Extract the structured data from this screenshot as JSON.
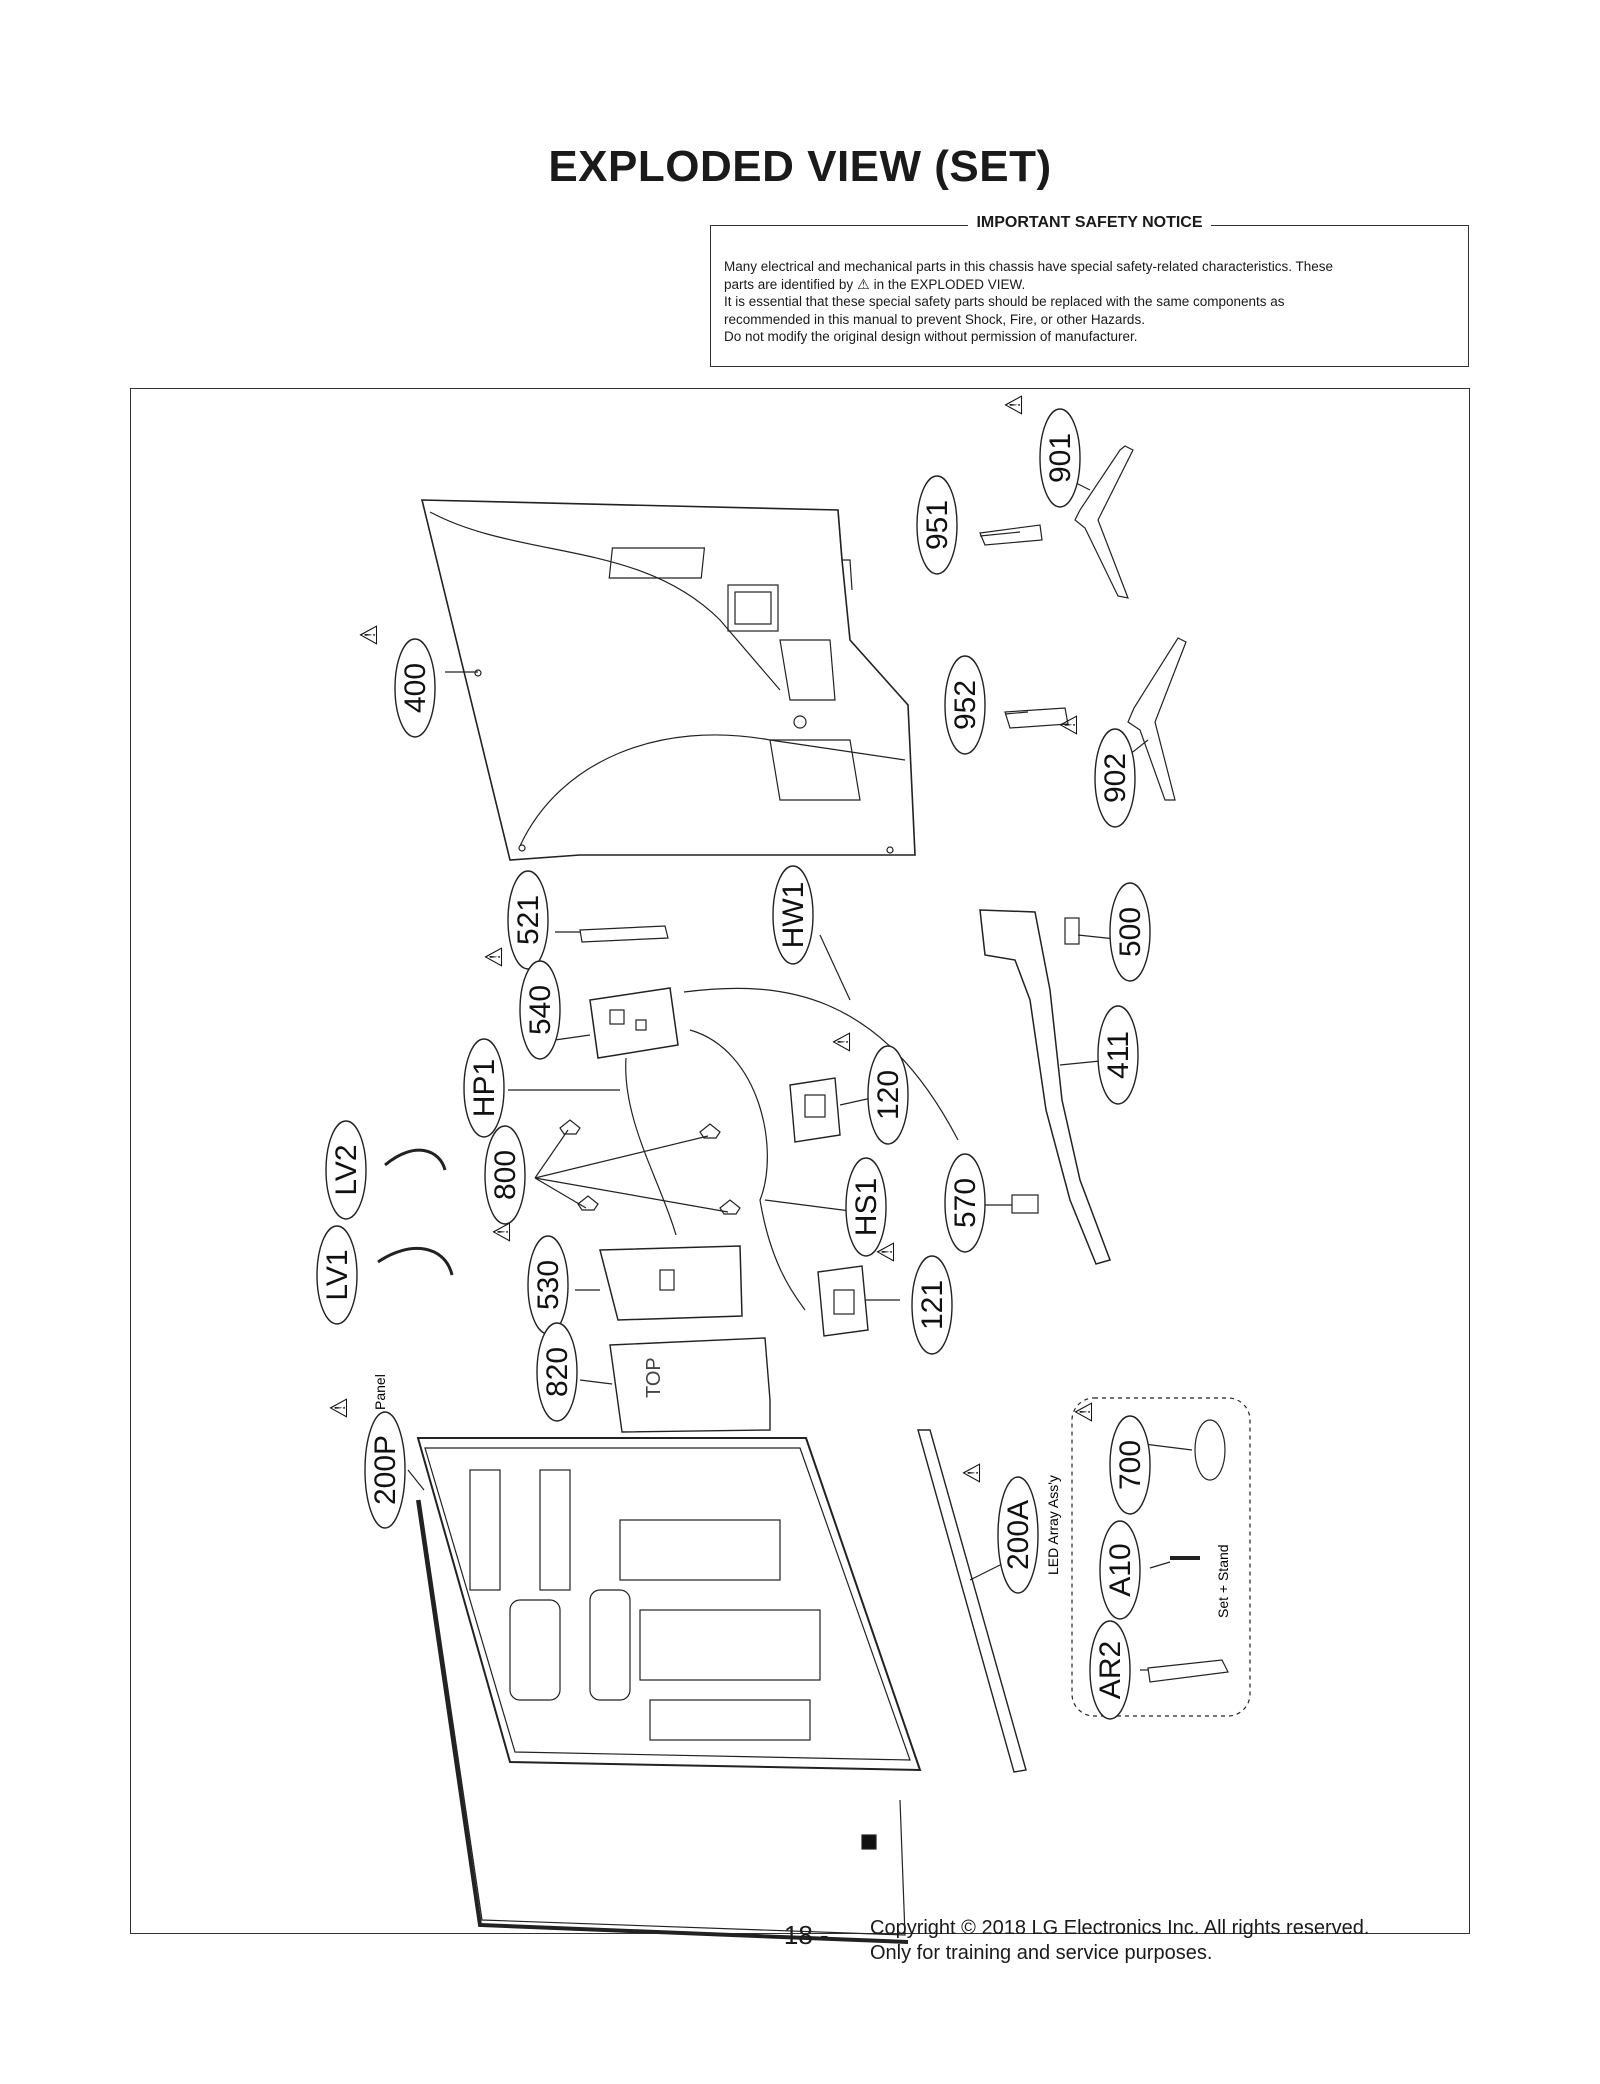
{
  "title": "EXPLODED VIEW (SET)",
  "notice": {
    "heading": "IMPORTANT SAFETY NOTICE",
    "line1": "Many electrical and mechanical parts in this chassis have special safety-related characteristics. These",
    "line2a": "parts are identified by",
    "line2b": "in the EXPLODED VIEW.",
    "line3": "It is essential that these special safety parts should be replaced with the same components as",
    "line4": "recommended in this manual to prevent Shock, Fire, or other Hazards.",
    "line5": "Do not modify the original design without permission of manufacturer."
  },
  "parts": [
    {
      "id": "901",
      "warn": true
    },
    {
      "id": "951",
      "warn": false
    },
    {
      "id": "400",
      "warn": true
    },
    {
      "id": "952",
      "warn": false
    },
    {
      "id": "902",
      "warn": true
    },
    {
      "id": "521",
      "warn": false
    },
    {
      "id": "HW1",
      "warn": false
    },
    {
      "id": "500",
      "warn": false
    },
    {
      "id": "540",
      "warn": true
    },
    {
      "id": "411",
      "warn": false
    },
    {
      "id": "HP1",
      "warn": false
    },
    {
      "id": "120",
      "warn": true
    },
    {
      "id": "LV2",
      "warn": false
    },
    {
      "id": "800",
      "warn": false
    },
    {
      "id": "HS1",
      "warn": false
    },
    {
      "id": "570",
      "warn": false
    },
    {
      "id": "LV1",
      "warn": false
    },
    {
      "id": "530",
      "warn": true
    },
    {
      "id": "121",
      "warn": true
    },
    {
      "id": "820",
      "warn": false
    },
    {
      "id": "700",
      "warn": true
    },
    {
      "id": "200P",
      "warn": true
    },
    {
      "id": "200A",
      "warn": true
    },
    {
      "id": "A10",
      "warn": false
    },
    {
      "id": "AR2",
      "warn": false
    }
  ],
  "sublabels": {
    "panel": "Panel",
    "led": "LED Array Ass'y",
    "stand": "Set + Stand"
  },
  "panel_stamp": "TOP",
  "page_number": "- 18 -",
  "copyright_line1": "Copyright © 2018 LG Electronics Inc. All rights reserved.",
  "copyright_line2": "Only for training and service purposes."
}
